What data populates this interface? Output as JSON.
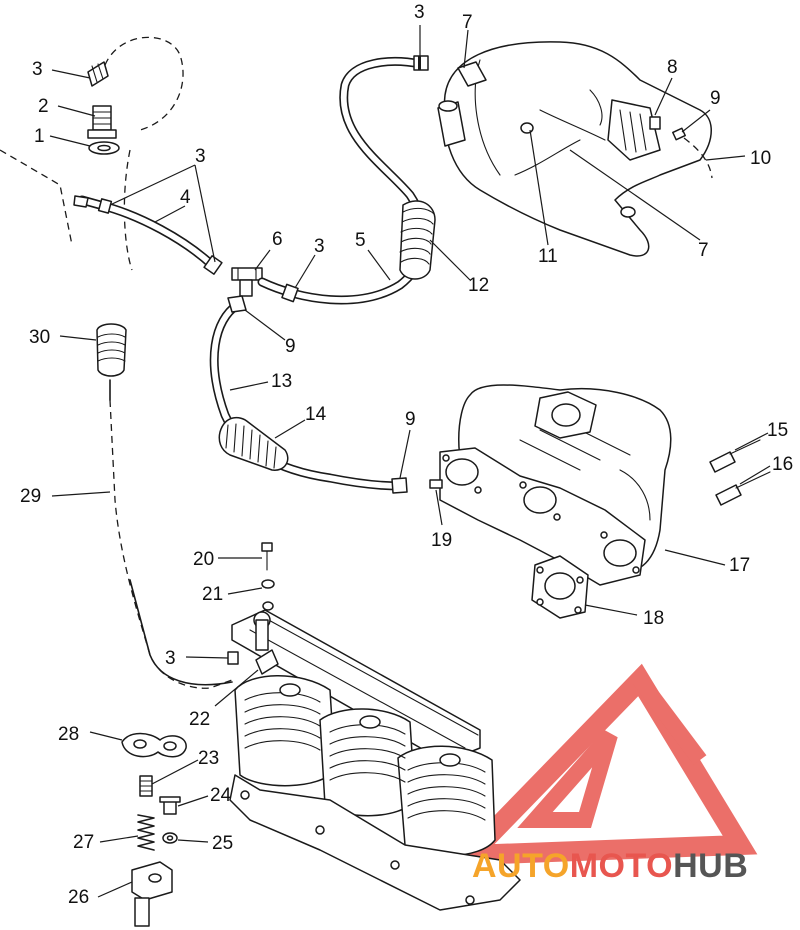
{
  "callouts": [
    {
      "id": "c3a",
      "text": "3"
    },
    {
      "id": "c2",
      "text": "2"
    },
    {
      "id": "c1",
      "text": "1"
    },
    {
      "id": "c3b",
      "text": "3"
    },
    {
      "id": "c4",
      "text": "4"
    },
    {
      "id": "c6",
      "text": "6"
    },
    {
      "id": "c3c",
      "text": "3"
    },
    {
      "id": "c5",
      "text": "5"
    },
    {
      "id": "c12",
      "text": "12"
    },
    {
      "id": "c3d",
      "text": "3"
    },
    {
      "id": "c7a",
      "text": "7"
    },
    {
      "id": "c8",
      "text": "8"
    },
    {
      "id": "c9a",
      "text": "9"
    },
    {
      "id": "c10",
      "text": "10"
    },
    {
      "id": "c11",
      "text": "11"
    },
    {
      "id": "c7b",
      "text": "7"
    },
    {
      "id": "c30",
      "text": "30"
    },
    {
      "id": "c9b",
      "text": "9"
    },
    {
      "id": "c13",
      "text": "13"
    },
    {
      "id": "c14",
      "text": "14"
    },
    {
      "id": "c9c",
      "text": "9"
    },
    {
      "id": "c15",
      "text": "15"
    },
    {
      "id": "c16",
      "text": "16"
    },
    {
      "id": "c19",
      "text": "19"
    },
    {
      "id": "c17",
      "text": "17"
    },
    {
      "id": "c18",
      "text": "18"
    },
    {
      "id": "c29",
      "text": "29"
    },
    {
      "id": "c20",
      "text": "20"
    },
    {
      "id": "c21",
      "text": "21"
    },
    {
      "id": "c3e",
      "text": "3"
    },
    {
      "id": "c22",
      "text": "22"
    },
    {
      "id": "c28",
      "text": "28"
    },
    {
      "id": "c23",
      "text": "23"
    },
    {
      "id": "c24",
      "text": "24"
    },
    {
      "id": "c27",
      "text": "27"
    },
    {
      "id": "c25",
      "text": "25"
    },
    {
      "id": "c26",
      "text": "26"
    }
  ],
  "watermark": {
    "part1": "AUTO",
    "part2": "MOTO",
    "part3": "HUB",
    "color_red": "#e8564f",
    "color_orange": "#f5a42a",
    "color_gray": "#555555"
  }
}
